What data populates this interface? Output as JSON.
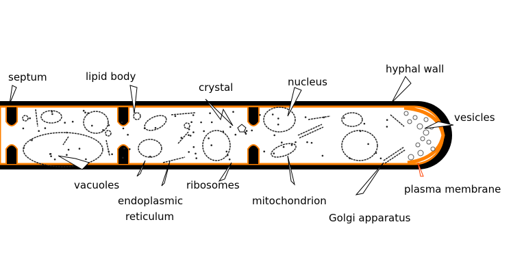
{
  "colors": {
    "wall": "#000000",
    "membrane": "#ff8000",
    "cytoplasm": "#ffffff",
    "plasma_membrane_pointer": "#ff4000"
  },
  "labels": {
    "septum": "septum",
    "lipid_body": "lipid body",
    "crystal": "crystal",
    "nucleus": "nucleus",
    "hyphal_wall": "hyphal wall",
    "vesicles": "vesicles",
    "plasma_membrane": "plasma membrane",
    "golgi": "Golgi apparatus",
    "mitochondrion": "mitochondrion",
    "ribosomes": "ribosomes",
    "er_line1": "endoplasmic",
    "er_line2": "reticulum",
    "vacuoles": "vacuoles"
  }
}
